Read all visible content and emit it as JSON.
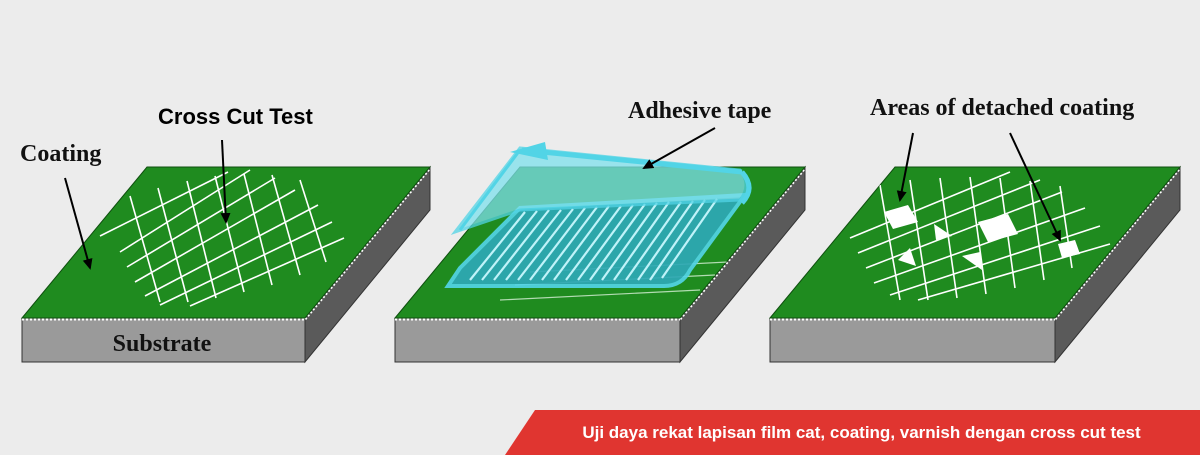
{
  "labels": {
    "cross_cut_test": "Cross Cut Test",
    "coating": "Coating",
    "substrate": "Substrate",
    "adhesive_tape": "Adhesive tape",
    "areas_detached": "Areas of detached coating"
  },
  "banner": {
    "text": "Uji daya rekat lapisan film cat, coating, varnish dengan cross cut test"
  },
  "colors": {
    "coating": "#1f8b1f",
    "substrate_front": "#9a9a9a",
    "tape": "#52d4e6",
    "banner": "#e03530"
  }
}
